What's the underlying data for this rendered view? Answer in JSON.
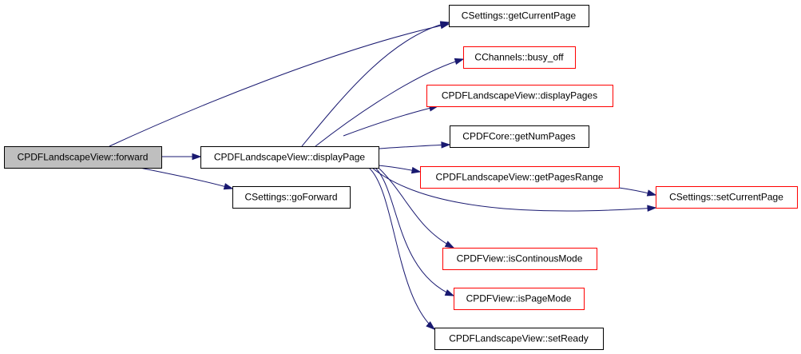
{
  "colors": {
    "edge": "#191970",
    "border_black": "#000000",
    "border_red": "#ff0000",
    "fill_root": "#bfbfbf",
    "fill_default": "#ffffff"
  },
  "nodes": {
    "forward": {
      "label": "CPDFLandscapeView::forward",
      "style": "root"
    },
    "displayPage": {
      "label": "CPDFLandscapeView::displayPage",
      "style": "black"
    },
    "goForward": {
      "label": "CSettings::goForward",
      "style": "black"
    },
    "getCurrentPage": {
      "label": "CSettings::getCurrentPage",
      "style": "black"
    },
    "busy_off": {
      "label": "CChannels::busy_off",
      "style": "red"
    },
    "displayPages": {
      "label": "CPDFLandscapeView::displayPages",
      "style": "red"
    },
    "getNumPages": {
      "label": "CPDFCore::getNumPages",
      "style": "black"
    },
    "getPagesRange": {
      "label": "CPDFLandscapeView::getPagesRange",
      "style": "red"
    },
    "setCurrentPage": {
      "label": "CSettings::setCurrentPage",
      "style": "red"
    },
    "isContinousMode": {
      "label": "CPDFView::isContinousMode",
      "style": "red"
    },
    "isPageMode": {
      "label": "CPDFView::isPageMode",
      "style": "red"
    },
    "setReady": {
      "label": "CPDFLandscapeView::setReady",
      "style": "black"
    }
  },
  "edges": [
    {
      "from": "forward",
      "to": "getCurrentPage"
    },
    {
      "from": "forward",
      "to": "displayPage"
    },
    {
      "from": "forward",
      "to": "goForward"
    },
    {
      "from": "displayPage",
      "to": "getCurrentPage"
    },
    {
      "from": "displayPage",
      "to": "busy_off"
    },
    {
      "from": "displayPage",
      "to": "displayPages"
    },
    {
      "from": "displayPage",
      "to": "getNumPages"
    },
    {
      "from": "displayPage",
      "to": "getPagesRange"
    },
    {
      "from": "displayPage",
      "to": "setCurrentPage"
    },
    {
      "from": "displayPage",
      "to": "isContinousMode"
    },
    {
      "from": "displayPage",
      "to": "isPageMode"
    },
    {
      "from": "displayPage",
      "to": "setReady"
    },
    {
      "from": "getPagesRange",
      "to": "setCurrentPage"
    }
  ]
}
